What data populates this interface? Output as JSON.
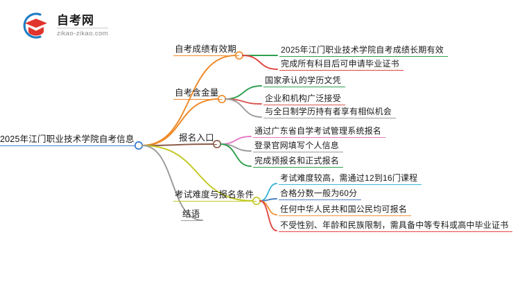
{
  "logo": {
    "name_cn": "自考网",
    "name_en": "zikao-zikao.com",
    "mark_icon": "graduation-cap-icon",
    "arc_color": "#1f7dc4",
    "cap_color": "#e0342c"
  },
  "mindmap": {
    "root": {
      "label": "2025年江门职业技术学院自考信息",
      "color": "#3f7fd0"
    },
    "branches": [
      {
        "label": "自考成绩有效期",
        "color": "#ef8a28",
        "children": [
          {
            "label": "2025年江门职业技术学院自考成绩长期有效",
            "color": "#2e9e4f"
          },
          {
            "label": "完成所有科目后可申请毕业证书",
            "color": "#e0453f"
          }
        ]
      },
      {
        "label": "自考含金量",
        "color": "#ef8a28",
        "children": [
          {
            "label": "国家承认的学历文凭",
            "color": "#2e9e4f"
          },
          {
            "label": "企业和机构广泛接受",
            "color": "#d9534f"
          },
          {
            "label": "与全日制学历持有者享有相似机会",
            "color": "#9b9b9b"
          }
        ]
      },
      {
        "label": "报名入口",
        "color": "#8a5a46",
        "children": [
          {
            "label": "通过广东省自学考试管理系统报名",
            "color": "#e878c8"
          },
          {
            "label": "登录官网填写个人信息",
            "color": "#9b9b9b"
          },
          {
            "label": "完成预报名和正式报名",
            "color": "#2e9e4f"
          }
        ]
      },
      {
        "label": "考试难度与报名条件",
        "color": "#c2c923",
        "children": [
          {
            "label": "考试难度较高，需通过12到16门课程",
            "color": "#3ab6d8"
          },
          {
            "label": "合格分数一般为60分",
            "color": "#4a7fc1"
          },
          {
            "label": "任何中华人民共和国公民均可报名",
            "color": "#f0943a"
          },
          {
            "label": "不受性别、年龄和民族限制，需具备中等专科或高中毕业证书",
            "color": "#e0453f"
          }
        ]
      },
      {
        "label": "结语",
        "color": "#9b9b9b",
        "children": []
      }
    ]
  }
}
